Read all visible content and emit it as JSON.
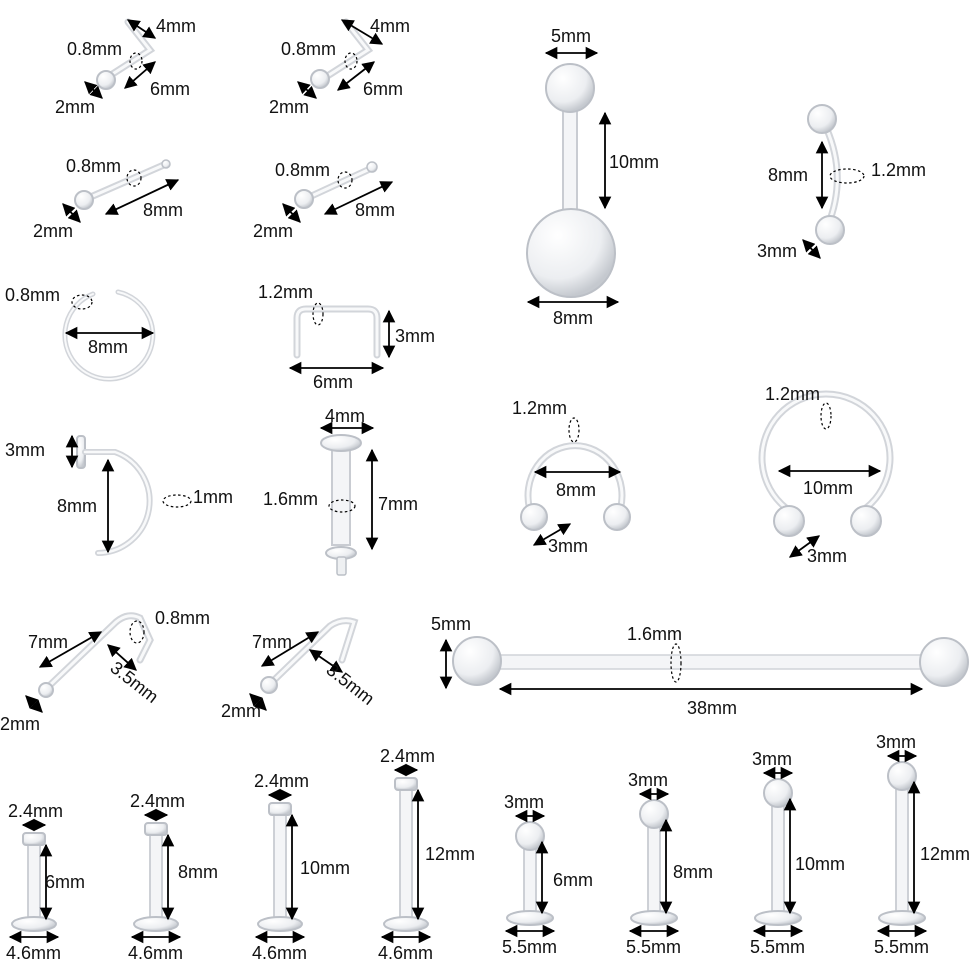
{
  "labels": {
    "nose_l_1": {
      "len": "4mm",
      "gauge": "0.8mm",
      "stem": "6mm",
      "ball": "2mm"
    },
    "nose_l_2": {
      "len": "4mm",
      "gauge": "0.8mm",
      "stem": "6mm",
      "ball": "2mm"
    },
    "nose_bone_1": {
      "gauge": "0.8mm",
      "len": "8mm",
      "ball": "2mm"
    },
    "nose_bone_2": {
      "gauge": "0.8mm",
      "len": "8mm",
      "ball": "2mm"
    },
    "belly": {
      "top_ball": "5mm",
      "bar": "10mm",
      "bottom_ball": "8mm"
    },
    "eyebrow": {
      "len": "8mm",
      "gauge": "1.2mm",
      "ball": "3mm"
    },
    "ring": {
      "gauge": "0.8mm",
      "dia": "8mm"
    },
    "staple": {
      "gauge": "1.2mm",
      "height": "3mm",
      "width": "6mm"
    },
    "hook": {
      "head": "3mm",
      "len": "8mm",
      "gauge": "1mm"
    },
    "plug": {
      "head": "4mm",
      "gauge": "1.6mm",
      "len": "7mm"
    },
    "horseshoe_small": {
      "gauge": "1.2mm",
      "dia": "8mm",
      "ball": "3mm"
    },
    "horseshoe_large": {
      "gauge": "1.2mm",
      "dia": "10mm",
      "ball": "3mm"
    },
    "screw_1": {
      "len": "7mm",
      "gauge": "0.8mm",
      "bend": "3.5mm",
      "ball": "2mm"
    },
    "screw_2": {
      "len": "7mm",
      "bend": "3.5mm",
      "ball": "2mm"
    },
    "industrial": {
      "ball": "5mm",
      "gauge": "1.6mm",
      "len": "38mm"
    },
    "labrets": [
      {
        "top": "2.4mm",
        "len": "6mm",
        "base": "4.6mm"
      },
      {
        "top": "2.4mm",
        "len": "8mm",
        "base": "4.6mm"
      },
      {
        "top": "2.4mm",
        "len": "10mm",
        "base": "4.6mm"
      },
      {
        "top": "2.4mm",
        "len": "12mm",
        "base": "4.6mm"
      },
      {
        "top": "3mm",
        "len": "6mm",
        "base": "5.5mm"
      },
      {
        "top": "3mm",
        "len": "8mm",
        "base": "5.5mm"
      },
      {
        "top": "3mm",
        "len": "10mm",
        "base": "5.5mm"
      },
      {
        "top": "3mm",
        "len": "12mm",
        "base": "5.5mm"
      }
    ]
  }
}
